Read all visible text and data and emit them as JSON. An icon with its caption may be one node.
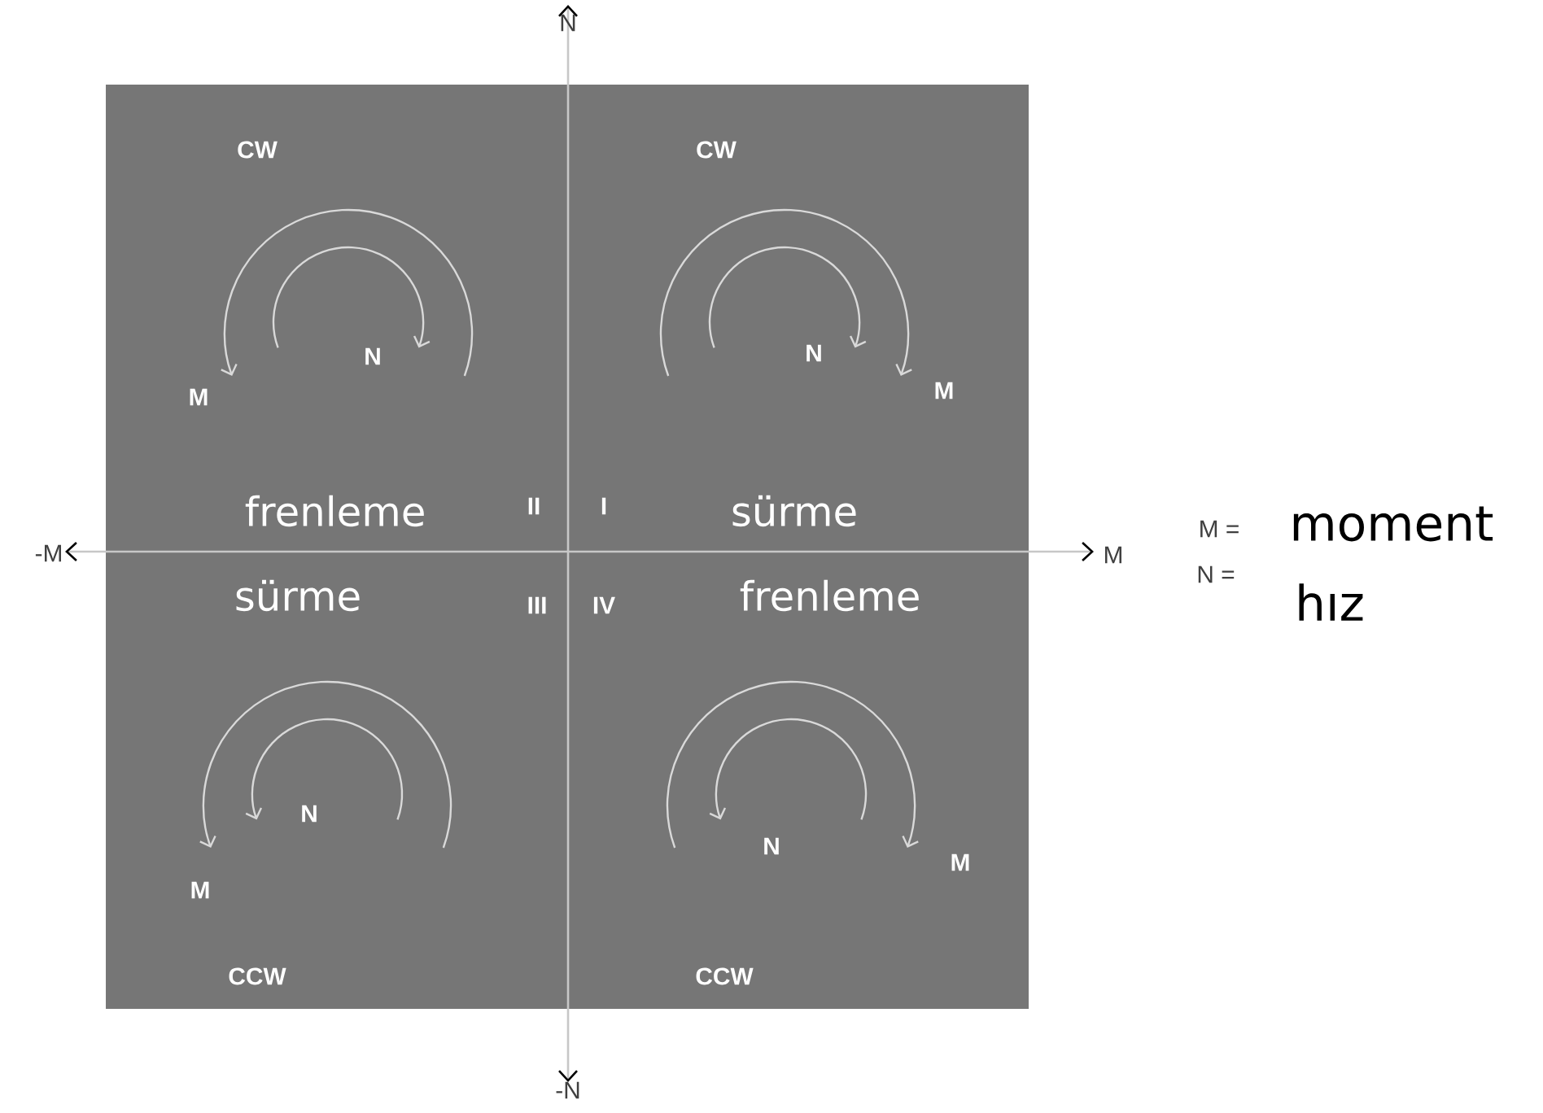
{
  "diagram": {
    "labels": [
      "N",
      "CW",
      "CW",
      "N",
      "N",
      "M",
      "M",
      "frenleme",
      "II",
      "I",
      "sürme",
      "-M",
      "M",
      "M =",
      "moment",
      "N =",
      "sürme",
      "III",
      "IV",
      "frenleme",
      "hız",
      "N",
      "N",
      "M",
      "M",
      "CCW",
      "CCW",
      "-N"
    ]
  }
}
